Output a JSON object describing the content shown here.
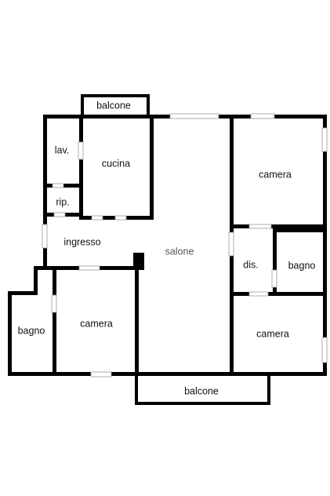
{
  "rooms": {
    "balcone_top": "balcone",
    "lav": "lav.",
    "cucina": "cucina",
    "rip": "rip.",
    "ingresso": "ingresso",
    "salone": "salone",
    "camera_top_right": "camera",
    "dis": "dis.",
    "bagno_right": "bagno",
    "bagno_left": "bagno",
    "camera_bottom_left": "camera",
    "camera_bottom_right": "camera",
    "balcone_bottom": "balcone"
  },
  "colors": {
    "wall": "#000000",
    "background": "#ffffff",
    "window_stroke": "#9a9a9a"
  }
}
